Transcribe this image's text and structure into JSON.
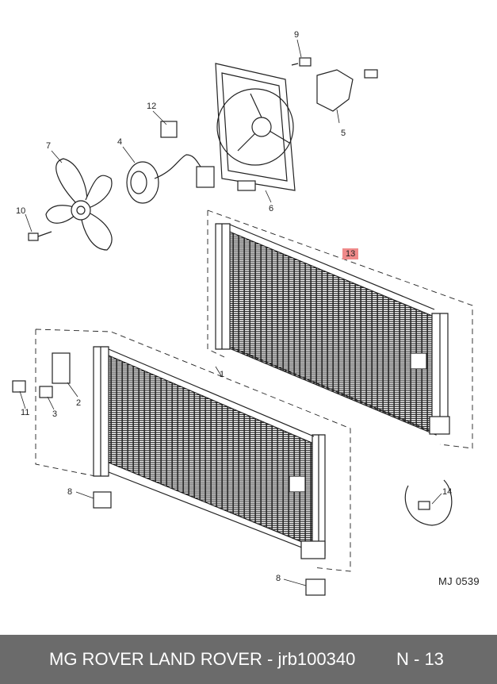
{
  "callouts": {
    "c1": "1",
    "c2": "2",
    "c3": "3",
    "c4": "4",
    "c5": "5",
    "c6": "6",
    "c7": "7",
    "c8a": "8",
    "c8b": "8",
    "c9": "9",
    "c10": "10",
    "c11": "11",
    "c12": "12",
    "c13": "13",
    "c14": "14"
  },
  "diagram_code": "MJ 0539",
  "footer": {
    "title": "MG ROVER LAND ROVER - jrb100340",
    "page": "N - 13"
  },
  "colors": {
    "highlight": "#f08a8a",
    "footer_bg": "#6b6b6b",
    "line": "#222222"
  }
}
